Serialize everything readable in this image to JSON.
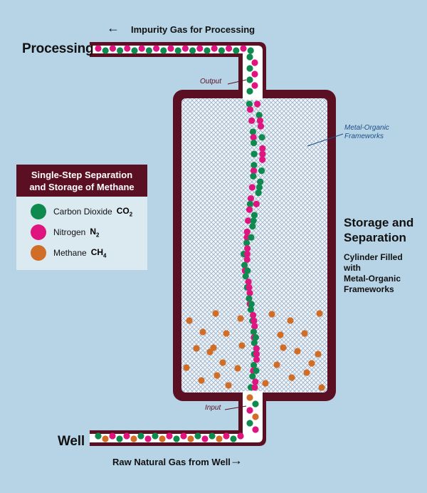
{
  "labels": {
    "processing": "Processing",
    "well": "Well",
    "impurity_gas": "Impurity Gas for Processing",
    "raw_gas": "Raw Natural Gas from Well",
    "output": "Output",
    "input": "Input",
    "mof_line1": "Metal-Organic",
    "mof_line2": "Frameworks",
    "storage_line1": "Storage and",
    "storage_line2": "Separation",
    "cyl_line1": "Cylinder Filled",
    "cyl_line2": "with",
    "cyl_line3": "Metal-Organic",
    "cyl_line4": "Frameworks",
    "arrow_left": "←",
    "arrow_right": "→"
  },
  "legend": {
    "title_line1": "Single-Step Separation",
    "title_line2": "and Storage of Methane",
    "items": [
      {
        "name": "Carbon Dioxide",
        "formula": "CO",
        "sub": "2",
        "color": "#0e8a4f"
      },
      {
        "name": "Nitrogen",
        "formula": "N",
        "sub": "2",
        "color": "#e0147f"
      },
      {
        "name": "Methane",
        "formula": "CH",
        "sub": "4",
        "color": "#d06d26"
      }
    ]
  },
  "colors": {
    "pipe": "#5a0f23",
    "background": "#b7d4e6",
    "co2": "#0e8a4f",
    "n2": "#e0147f",
    "ch4": "#d06d26"
  }
}
